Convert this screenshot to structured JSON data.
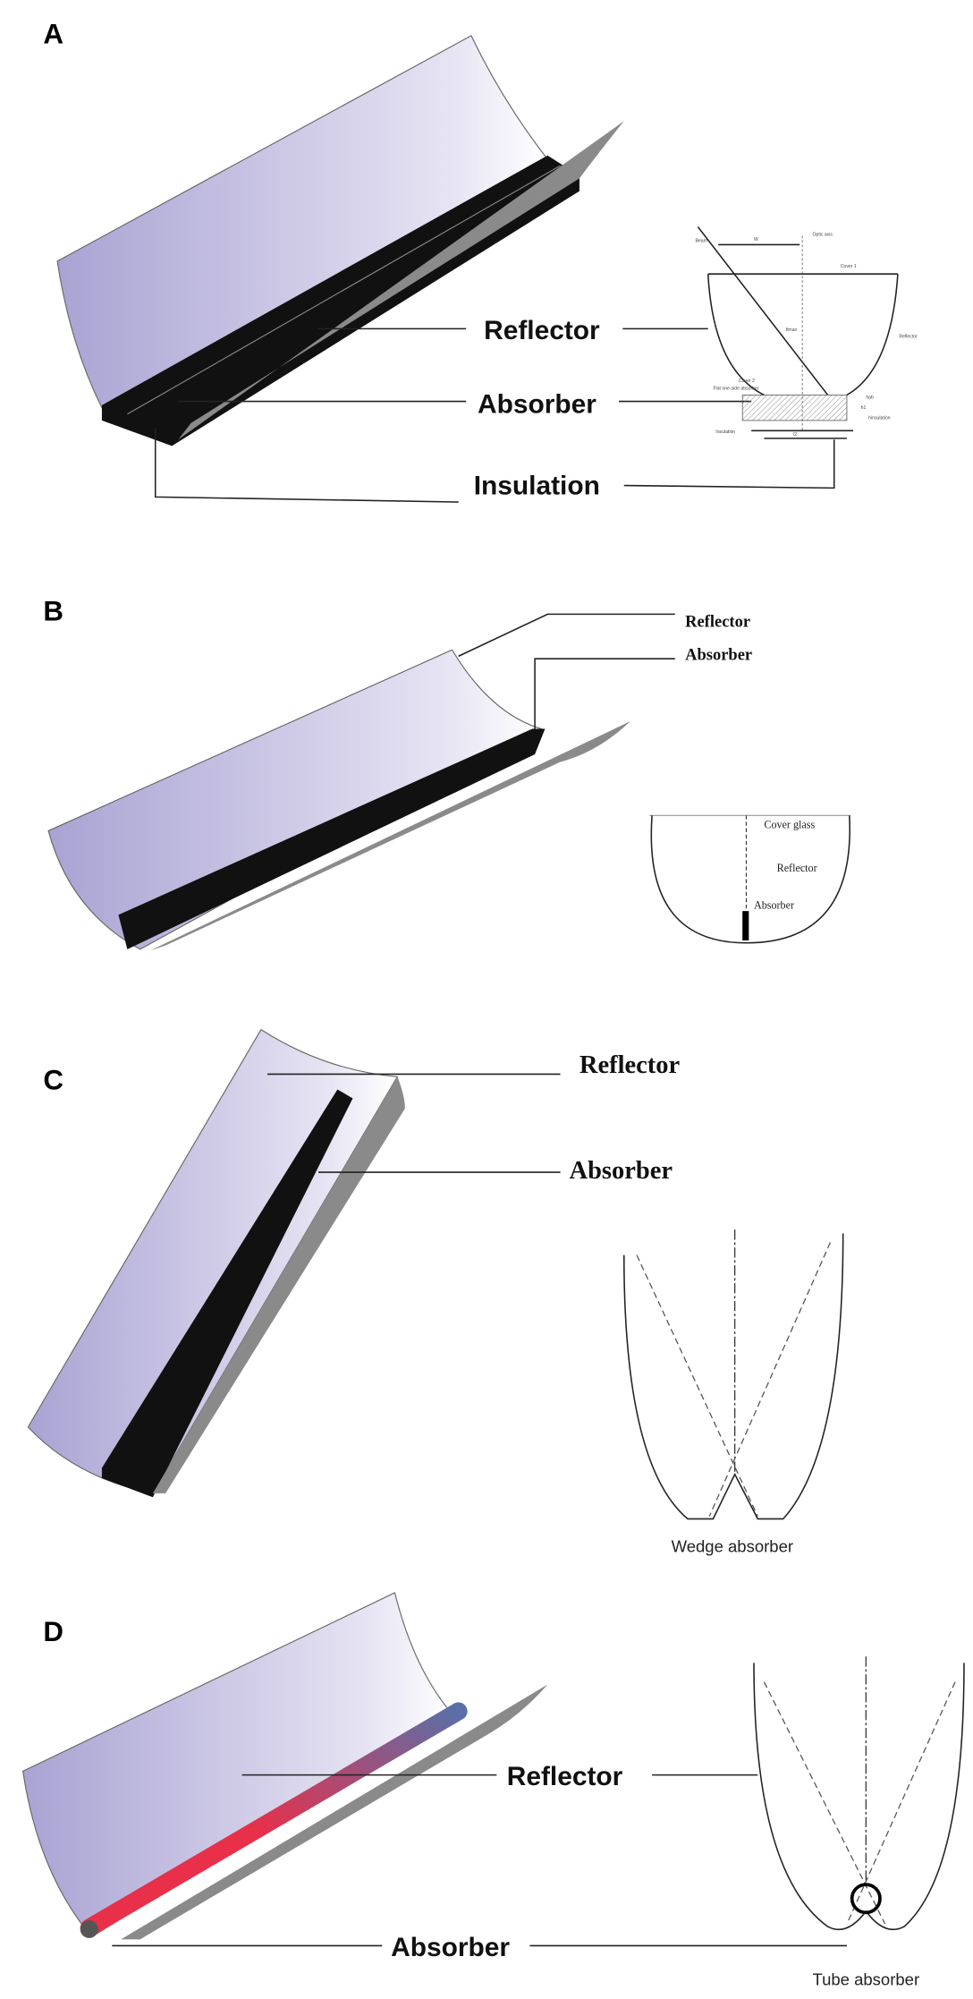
{
  "panels": {
    "a": {
      "letter": "A",
      "labels": {
        "reflector": "Reflector",
        "absorber": "Absorber",
        "insulation": "Insulation"
      },
      "schematic": {
        "beam": "Beam",
        "w": "W",
        "optic_axis": "Optic axis",
        "cover1": "Cover 1",
        "theta": "θmax",
        "reflector": "Reflector",
        "cover2": "Cover 2",
        "flat_absorber": "Flat one-side absorber",
        "insulation": "Insulation",
        "h_ab": "hab",
        "h1": "h1",
        "h_ins": "hinsulation",
        "l": "l2"
      }
    },
    "b": {
      "letter": "B",
      "labels": {
        "reflector": "Reflector",
        "absorber": "Absorber"
      },
      "schematic": {
        "cover_glass": "Cover glass",
        "reflector": "Reflector",
        "absorber": "Absorber"
      }
    },
    "c": {
      "letter": "C",
      "labels": {
        "reflector": "Reflector",
        "absorber": "Absorber"
      },
      "schematic": {
        "caption": "Wedge absorber"
      }
    },
    "d": {
      "letter": "D",
      "labels": {
        "reflector": "Reflector",
        "absorber": "Absorber"
      },
      "schematic": {
        "caption": "Tube absorber"
      }
    }
  },
  "colors": {
    "reflector": "#b7b2d9",
    "absorber": "#111111",
    "fin": "#8a8a8a",
    "tube_hot": "#e8304a",
    "tube_cold": "#5a6fa8"
  }
}
